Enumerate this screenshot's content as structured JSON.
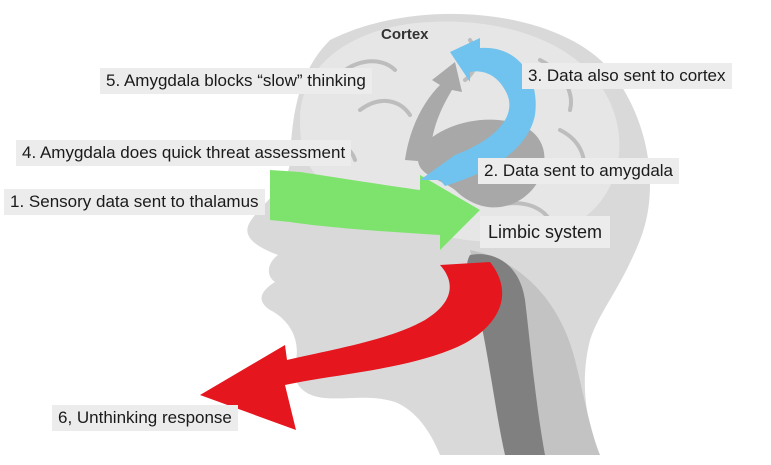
{
  "diagram": {
    "cortex_label": "Cortex",
    "steps": [
      {
        "id": 1,
        "text": "1. Sensory data sent to thalamus"
      },
      {
        "id": 2,
        "text": "2. Data sent to amygdala"
      },
      {
        "id": 3,
        "text": "3. Data also sent to cortex"
      },
      {
        "id": 4,
        "text": "4. Amygdala does quick threat assessment"
      },
      {
        "id": 5,
        "text": "5. Amygdala blocks “slow” thinking"
      },
      {
        "id": 6,
        "text": "6, Unthinking response"
      }
    ],
    "limbic_label": "Limbic system"
  },
  "colors": {
    "head": "#d9d9d9",
    "head_dark": "#c3c3c3",
    "brain": "#e6e6e6",
    "brain_folds": "#bdbdbd",
    "limbic_tissue": "#a8a8a8",
    "brainstem": "#808080",
    "arrow_green": "#7ee36d",
    "arrow_blue": "#6fc3ee",
    "arrow_gray": "#a9a9a9",
    "arrow_red": "#e5161d",
    "label_bg": "#ececec"
  }
}
